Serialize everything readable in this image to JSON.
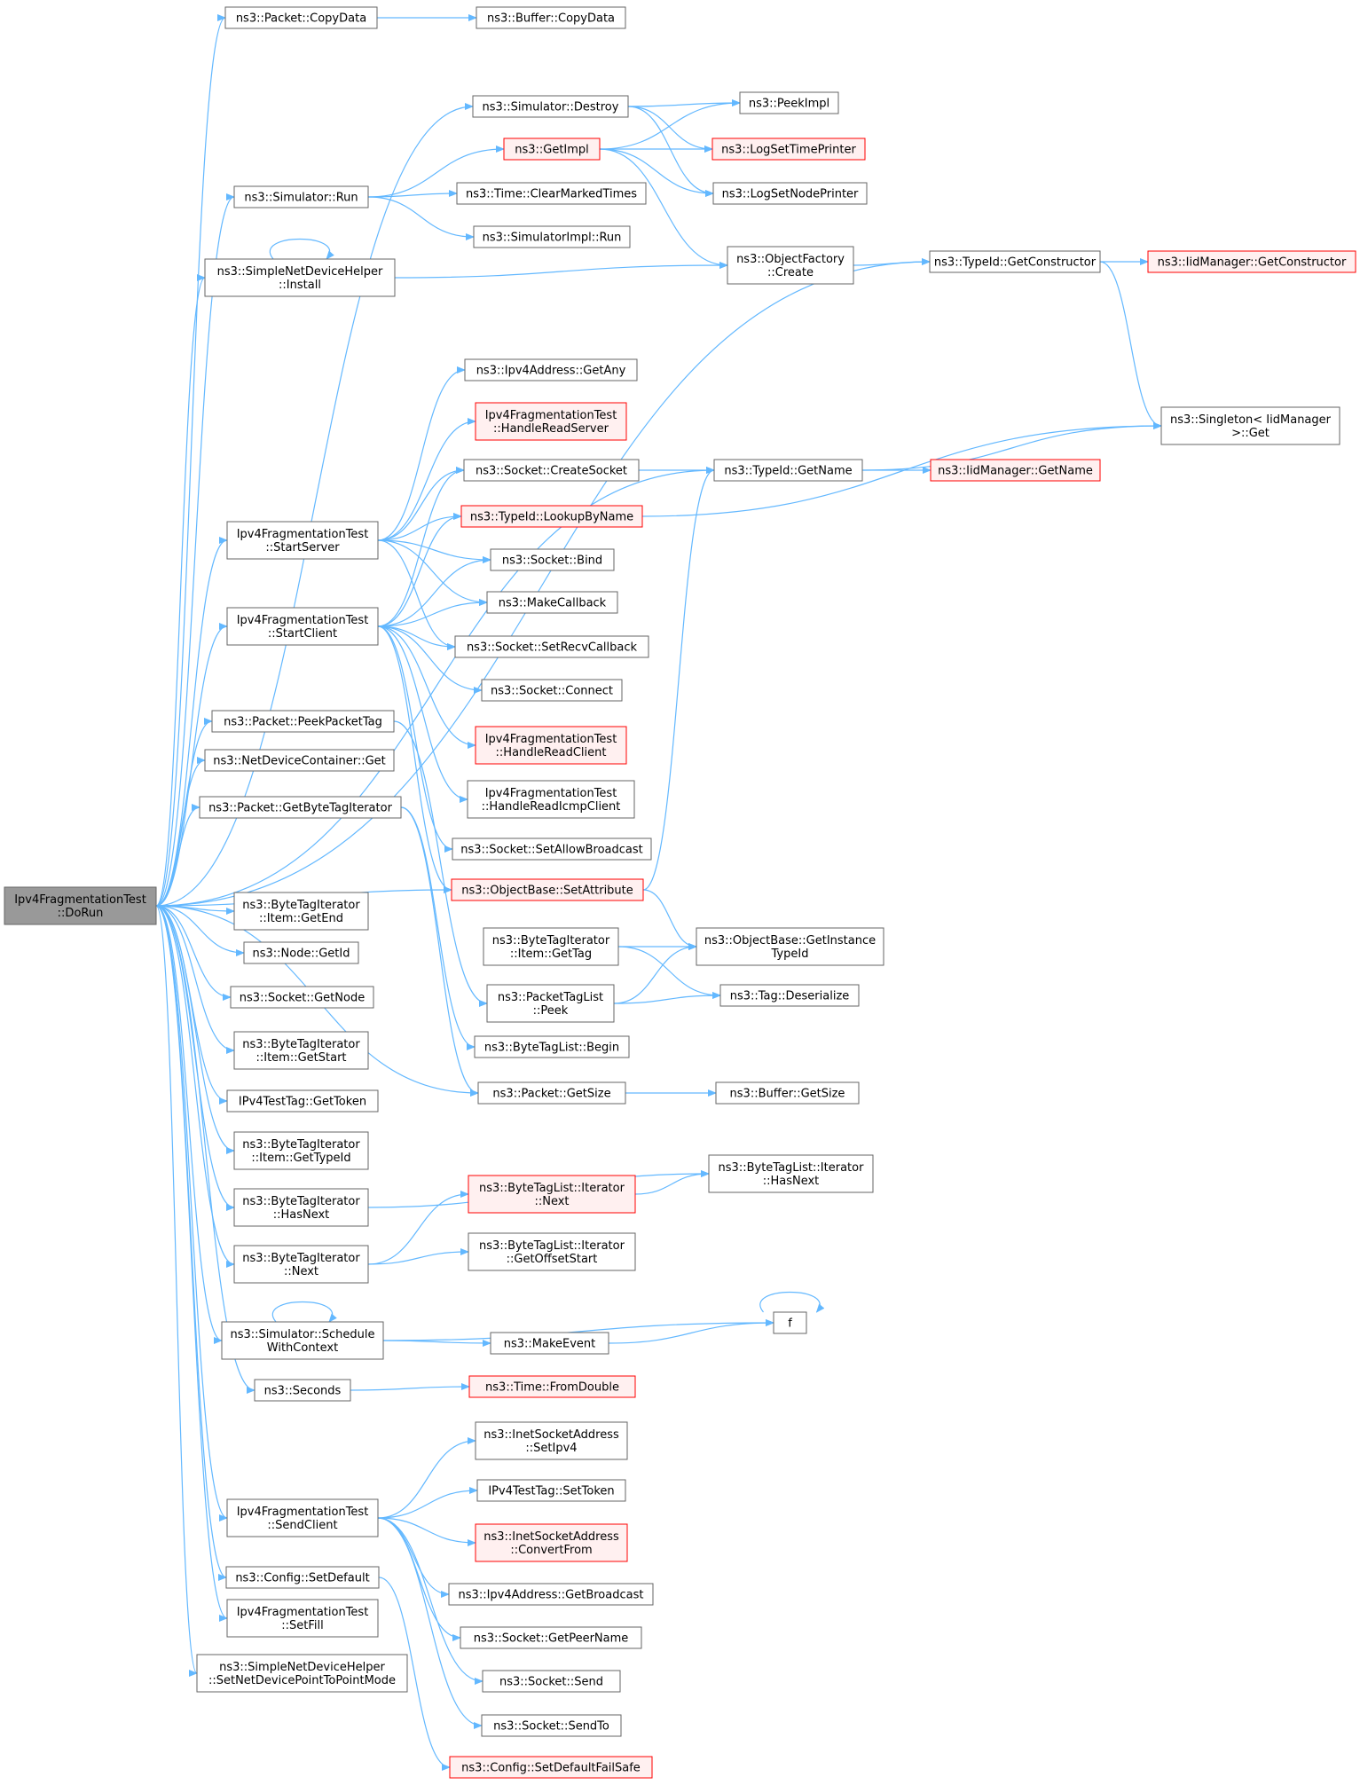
{
  "colors": {
    "edge": "#63b8ff",
    "node_border": "#666666",
    "node_fill": "#ffffff",
    "root_fill": "#999999",
    "truncated_border": "#ff0000",
    "truncated_fill": "#fff0f0"
  },
  "nodes": [
    {
      "id": "dorun",
      "lines": [
        "Ipv4FragmentationTest",
        "::DoRun"
      ],
      "style": "root"
    },
    {
      "id": "copydata",
      "lines": [
        "ns3::Packet::CopyData"
      ],
      "style": "normal"
    },
    {
      "id": "bufcopydata",
      "lines": [
        "ns3::Buffer::CopyData"
      ],
      "style": "normal"
    },
    {
      "id": "destroy",
      "lines": [
        "ns3::Simulator::Destroy"
      ],
      "style": "normal"
    },
    {
      "id": "peekimpl",
      "lines": [
        "ns3::PeekImpl"
      ],
      "style": "normal"
    },
    {
      "id": "getimpl",
      "lines": [
        "ns3::GetImpl"
      ],
      "style": "red"
    },
    {
      "id": "logtime",
      "lines": [
        "ns3::LogSetTimePrinter"
      ],
      "style": "red"
    },
    {
      "id": "lognode",
      "lines": [
        "ns3::LogSetNodePrinter"
      ],
      "style": "normal"
    },
    {
      "id": "run",
      "lines": [
        "ns3::Simulator::Run"
      ],
      "style": "normal"
    },
    {
      "id": "clearmarked",
      "lines": [
        "ns3::Time::ClearMarkedTimes"
      ],
      "style": "normal"
    },
    {
      "id": "implrun",
      "lines": [
        "ns3::SimulatorImpl::Run"
      ],
      "style": "normal"
    },
    {
      "id": "install",
      "lines": [
        "ns3::SimpleNetDeviceHelper",
        "::Install"
      ],
      "style": "normal"
    },
    {
      "id": "objfactory",
      "lines": [
        "ns3::ObjectFactory",
        "::Create"
      ],
      "style": "normal"
    },
    {
      "id": "getctor",
      "lines": [
        "ns3::TypeId::GetConstructor"
      ],
      "style": "normal"
    },
    {
      "id": "iidctor",
      "lines": [
        "ns3::IidManager::GetConstructor"
      ],
      "style": "red"
    },
    {
      "id": "singleton",
      "lines": [
        "ns3::Singleton< IidManager",
        ">::Get"
      ],
      "style": "normal"
    },
    {
      "id": "getany",
      "lines": [
        "ns3::Ipv4Address::GetAny"
      ],
      "style": "normal"
    },
    {
      "id": "hrserver",
      "lines": [
        "Ipv4FragmentationTest",
        "::HandleReadServer"
      ],
      "style": "red"
    },
    {
      "id": "createsocket",
      "lines": [
        "ns3::Socket::CreateSocket"
      ],
      "style": "normal"
    },
    {
      "id": "typeidgetname",
      "lines": [
        "ns3::TypeId::GetName"
      ],
      "style": "normal"
    },
    {
      "id": "iidgetname",
      "lines": [
        "ns3::IidManager::GetName"
      ],
      "style": "red"
    },
    {
      "id": "lookupbyname",
      "lines": [
        "ns3::TypeId::LookupByName"
      ],
      "style": "red"
    },
    {
      "id": "startserver",
      "lines": [
        "Ipv4FragmentationTest",
        "::StartServer"
      ],
      "style": "normal"
    },
    {
      "id": "bind",
      "lines": [
        "ns3::Socket::Bind"
      ],
      "style": "normal"
    },
    {
      "id": "makecallback",
      "lines": [
        "ns3::MakeCallback"
      ],
      "style": "normal"
    },
    {
      "id": "startclient",
      "lines": [
        "Ipv4FragmentationTest",
        "::StartClient"
      ],
      "style": "normal"
    },
    {
      "id": "setrecv",
      "lines": [
        "ns3::Socket::SetRecvCallback"
      ],
      "style": "normal"
    },
    {
      "id": "connect",
      "lines": [
        "ns3::Socket::Connect"
      ],
      "style": "normal"
    },
    {
      "id": "peekpackettag",
      "lines": [
        "ns3::Packet::PeekPacketTag"
      ],
      "style": "normal"
    },
    {
      "id": "hrclient",
      "lines": [
        "Ipv4FragmentationTest",
        "::HandleReadClient"
      ],
      "style": "red"
    },
    {
      "id": "ndcget",
      "lines": [
        "ns3::NetDeviceContainer::Get"
      ],
      "style": "normal"
    },
    {
      "id": "hricmp",
      "lines": [
        "Ipv4FragmentationTest",
        "::HandleReadIcmpClient"
      ],
      "style": "normal"
    },
    {
      "id": "getbytetagit",
      "lines": [
        "ns3::Packet::GetByteTagIterator"
      ],
      "style": "normal"
    },
    {
      "id": "setallowbc",
      "lines": [
        "ns3::Socket::SetAllowBroadcast"
      ],
      "style": "normal"
    },
    {
      "id": "setattr",
      "lines": [
        "ns3::ObjectBase::SetAttribute"
      ],
      "style": "red"
    },
    {
      "id": "itemgetend",
      "lines": [
        "ns3::ByteTagIterator",
        "::Item::GetEnd"
      ],
      "style": "normal"
    },
    {
      "id": "itemgettag",
      "lines": [
        "ns3::ByteTagIterator",
        "::Item::GetTag"
      ],
      "style": "normal"
    },
    {
      "id": "getinsttid",
      "lines": [
        "ns3::ObjectBase::GetInstance",
        "TypeId"
      ],
      "style": "normal"
    },
    {
      "id": "nodegetid",
      "lines": [
        "ns3::Node::GetId"
      ],
      "style": "normal"
    },
    {
      "id": "sockgetnode",
      "lines": [
        "ns3::Socket::GetNode"
      ],
      "style": "normal"
    },
    {
      "id": "ptlpeek",
      "lines": [
        "ns3::PacketTagList",
        "::Peek"
      ],
      "style": "normal"
    },
    {
      "id": "tagdeser",
      "lines": [
        "ns3::Tag::Deserialize"
      ],
      "style": "normal"
    },
    {
      "id": "itemgetstart",
      "lines": [
        "ns3::ByteTagIterator",
        "::Item::GetStart"
      ],
      "style": "normal"
    },
    {
      "id": "btlbegin",
      "lines": [
        "ns3::ByteTagList::Begin"
      ],
      "style": "normal"
    },
    {
      "id": "gettoken",
      "lines": [
        "IPv4TestTag::GetToken"
      ],
      "style": "normal"
    },
    {
      "id": "pktgetsize",
      "lines": [
        "ns3::Packet::GetSize"
      ],
      "style": "normal"
    },
    {
      "id": "bufgetsize",
      "lines": [
        "ns3::Buffer::GetSize"
      ],
      "style": "normal"
    },
    {
      "id": "itemgettypeid",
      "lines": [
        "ns3::ByteTagIterator",
        "::Item::GetTypeId"
      ],
      "style": "normal"
    },
    {
      "id": "btliterhasnext",
      "lines": [
        "ns3::ByteTagList::Iterator",
        "::HasNext"
      ],
      "style": "normal"
    },
    {
      "id": "btihasnext",
      "lines": [
        "ns3::ByteTagIterator",
        "::HasNext"
      ],
      "style": "normal"
    },
    {
      "id": "btlitnext",
      "lines": [
        "ns3::ByteTagList::Iterator",
        "::Next"
      ],
      "style": "red"
    },
    {
      "id": "btinext",
      "lines": [
        "ns3::ByteTagIterator",
        "::Next"
      ],
      "style": "normal"
    },
    {
      "id": "btlitoffset",
      "lines": [
        "ns3::ByteTagList::Iterator",
        "::GetOffsetStart"
      ],
      "style": "normal"
    },
    {
      "id": "f",
      "lines": [
        "f"
      ],
      "style": "normal"
    },
    {
      "id": "schedctx",
      "lines": [
        "ns3::Simulator::Schedule",
        "WithContext"
      ],
      "style": "normal"
    },
    {
      "id": "makeevent",
      "lines": [
        "ns3::MakeEvent"
      ],
      "style": "normal"
    },
    {
      "id": "seconds",
      "lines": [
        "ns3::Seconds"
      ],
      "style": "normal"
    },
    {
      "id": "fromdouble",
      "lines": [
        "ns3::Time::FromDouble"
      ],
      "style": "red"
    },
    {
      "id": "setipv4",
      "lines": [
        "ns3::InetSocketAddress",
        "::SetIpv4"
      ],
      "style": "normal"
    },
    {
      "id": "settoken",
      "lines": [
        "IPv4TestTag::SetToken"
      ],
      "style": "normal"
    },
    {
      "id": "sendclient",
      "lines": [
        "Ipv4FragmentationTest",
        "::SendClient"
      ],
      "style": "normal"
    },
    {
      "id": "convertfrom",
      "lines": [
        "ns3::InetSocketAddress",
        "::ConvertFrom"
      ],
      "style": "red"
    },
    {
      "id": "getbroadcast",
      "lines": [
        "ns3::Ipv4Address::GetBroadcast"
      ],
      "style": "normal"
    },
    {
      "id": "configsetdefault",
      "lines": [
        "ns3::Config::SetDefault"
      ],
      "style": "normal"
    },
    {
      "id": "getpeername",
      "lines": [
        "ns3::Socket::GetPeerName"
      ],
      "style": "normal"
    },
    {
      "id": "setfill",
      "lines": [
        "Ipv4FragmentationTest",
        "::SetFill"
      ],
      "style": "normal"
    },
    {
      "id": "socksend",
      "lines": [
        "ns3::Socket::Send"
      ],
      "style": "normal"
    },
    {
      "id": "setptp",
      "lines": [
        "ns3::SimpleNetDeviceHelper",
        "::SetNetDevicePointToPointMode"
      ],
      "style": "normal"
    },
    {
      "id": "socksendto",
      "lines": [
        "ns3::Socket::SendTo"
      ],
      "style": "normal"
    },
    {
      "id": "setdefaultfs",
      "lines": [
        "ns3::Config::SetDefaultFailSafe"
      ],
      "style": "red"
    }
  ],
  "edges": [
    [
      "dorun",
      "copydata"
    ],
    [
      "dorun",
      "getctor"
    ],
    [
      "dorun",
      "destroy"
    ],
    [
      "dorun",
      "run"
    ],
    [
      "dorun",
      "install"
    ],
    [
      "dorun",
      "typeidgetname"
    ],
    [
      "dorun",
      "startserver"
    ],
    [
      "dorun",
      "startclient"
    ],
    [
      "dorun",
      "setattr"
    ],
    [
      "dorun",
      "peekpackettag"
    ],
    [
      "dorun",
      "ndcget"
    ],
    [
      "dorun",
      "getbytetagit"
    ],
    [
      "dorun",
      "pktgetsize"
    ],
    [
      "dorun",
      "itemgetend"
    ],
    [
      "dorun",
      "nodegetid"
    ],
    [
      "dorun",
      "sockgetnode"
    ],
    [
      "dorun",
      "itemgetstart"
    ],
    [
      "dorun",
      "gettoken"
    ],
    [
      "dorun",
      "itemgettypeid"
    ],
    [
      "dorun",
      "btihasnext"
    ],
    [
      "dorun",
      "btinext"
    ],
    [
      "dorun",
      "schedctx"
    ],
    [
      "dorun",
      "seconds"
    ],
    [
      "dorun",
      "sendclient"
    ],
    [
      "dorun",
      "configsetdefault"
    ],
    [
      "dorun",
      "setfill"
    ],
    [
      "dorun",
      "setptp"
    ],
    [
      "copydata",
      "bufcopydata"
    ],
    [
      "destroy",
      "peekimpl"
    ],
    [
      "destroy",
      "logtime"
    ],
    [
      "destroy",
      "lognode"
    ],
    [
      "getimpl",
      "peekimpl"
    ],
    [
      "getimpl",
      "logtime"
    ],
    [
      "getimpl",
      "lognode"
    ],
    [
      "getimpl",
      "objfactory"
    ],
    [
      "run",
      "getimpl"
    ],
    [
      "run",
      "clearmarked"
    ],
    [
      "run",
      "implrun"
    ],
    [
      "install",
      "install"
    ],
    [
      "install",
      "objfactory"
    ],
    [
      "objfactory",
      "getctor"
    ],
    [
      "getctor",
      "iidctor"
    ],
    [
      "getctor",
      "singleton"
    ],
    [
      "typeidgetname",
      "singleton"
    ],
    [
      "typeidgetname",
      "iidgetname"
    ],
    [
      "lookupbyname",
      "singleton"
    ],
    [
      "createsocket",
      "typeidgetname"
    ],
    [
      "startserver",
      "getany"
    ],
    [
      "startserver",
      "hrserver"
    ],
    [
      "startserver",
      "createsocket"
    ],
    [
      "startserver",
      "lookupbyname"
    ],
    [
      "startserver",
      "bind"
    ],
    [
      "startserver",
      "makecallback"
    ],
    [
      "startserver",
      "setrecv"
    ],
    [
      "startclient",
      "createsocket"
    ],
    [
      "startclient",
      "lookupbyname"
    ],
    [
      "startclient",
      "bind"
    ],
    [
      "startclient",
      "makecallback"
    ],
    [
      "startclient",
      "setrecv"
    ],
    [
      "startclient",
      "connect"
    ],
    [
      "startclient",
      "hrclient"
    ],
    [
      "startclient",
      "hricmp"
    ],
    [
      "startclient",
      "setallowbc"
    ],
    [
      "startclient",
      "setattr"
    ],
    [
      "setattr",
      "typeidgetname"
    ],
    [
      "setattr",
      "getinsttid"
    ],
    [
      "peekpackettag",
      "ptlpeek"
    ],
    [
      "getbytetagit",
      "btlbegin"
    ],
    [
      "getbytetagit",
      "pktgetsize"
    ],
    [
      "itemgettag",
      "getinsttid"
    ],
    [
      "itemgettag",
      "tagdeser"
    ],
    [
      "ptlpeek",
      "getinsttid"
    ],
    [
      "ptlpeek",
      "tagdeser"
    ],
    [
      "pktgetsize",
      "bufgetsize"
    ],
    [
      "btihasnext",
      "btliterhasnext"
    ],
    [
      "btlitnext",
      "btliterhasnext"
    ],
    [
      "btinext",
      "btlitnext"
    ],
    [
      "btinext",
      "btlitoffset"
    ],
    [
      "schedctx",
      "schedctx"
    ],
    [
      "schedctx",
      "f"
    ],
    [
      "schedctx",
      "makeevent"
    ],
    [
      "makeevent",
      "f"
    ],
    [
      "f",
      "f"
    ],
    [
      "seconds",
      "fromdouble"
    ],
    [
      "sendclient",
      "setipv4"
    ],
    [
      "sendclient",
      "settoken"
    ],
    [
      "sendclient",
      "convertfrom"
    ],
    [
      "sendclient",
      "getbroadcast"
    ],
    [
      "sendclient",
      "getpeername"
    ],
    [
      "sendclient",
      "socksend"
    ],
    [
      "sendclient",
      "socksendto"
    ],
    [
      "configsetdefault",
      "setdefaultfs"
    ]
  ]
}
